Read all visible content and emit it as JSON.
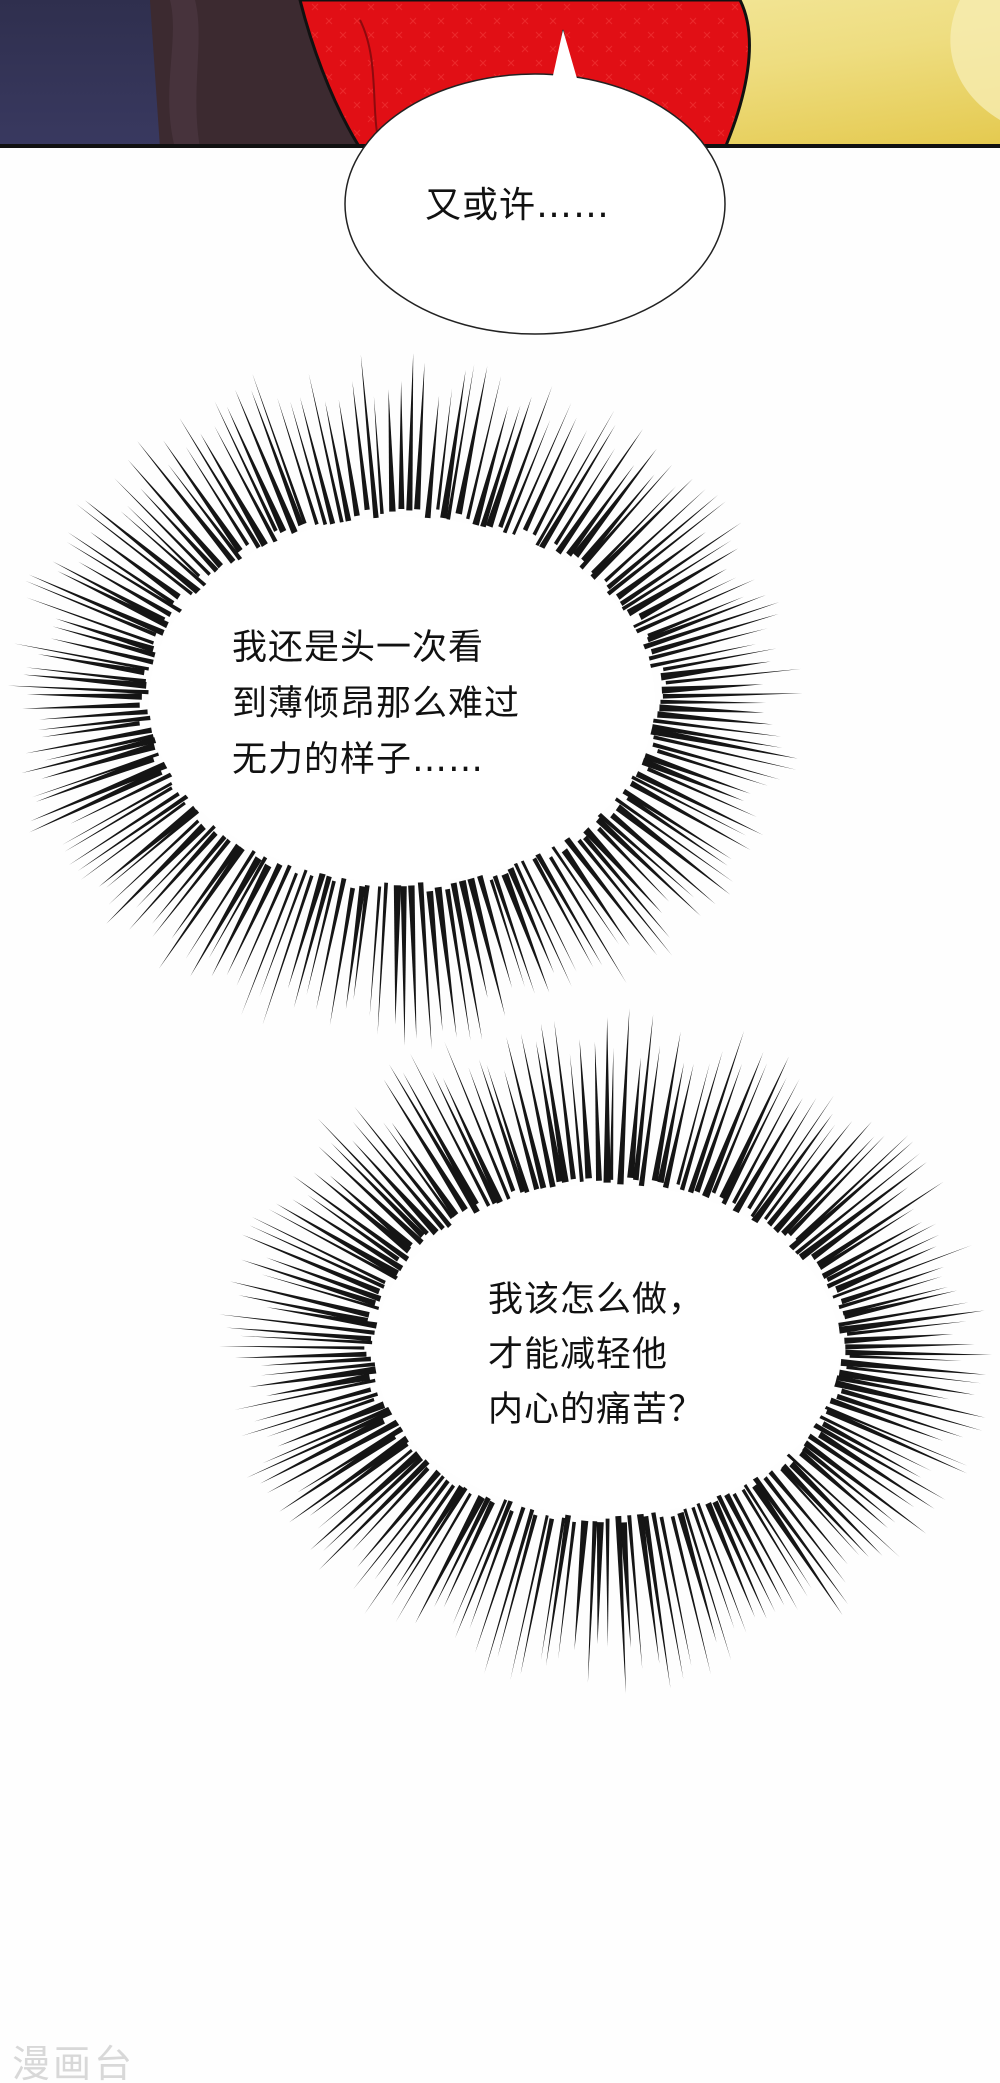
{
  "top_panel": {
    "colors": {
      "dark_left": "#2b2b45",
      "robe": "#3a2a2e",
      "red": "#e00e14",
      "gold": "#f3e79a"
    }
  },
  "speech_bubble": {
    "text": "又或许……"
  },
  "thought_bubbles": [
    {
      "text": "我还是头一次看\n到薄倾昂那么难过\n无力的样子……"
    },
    {
      "text": "我该怎么做，\n才能减轻他\n内心的痛苦？"
    }
  ],
  "watermark": {
    "text": "漫画台"
  }
}
